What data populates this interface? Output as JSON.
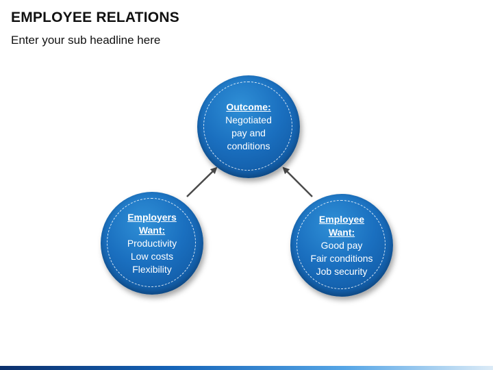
{
  "header": {
    "title": "EMPLOYEE RELATIONS",
    "subtitle": "Enter your sub headline here"
  },
  "circles": {
    "outcome": {
      "heading": "Outcome:",
      "lines": [
        "Negotiated",
        "pay and",
        "conditions"
      ]
    },
    "employers": {
      "heading_lines": [
        "Employers",
        "Want:"
      ],
      "lines": [
        "Productivity",
        "Low costs",
        "Flexibility"
      ]
    },
    "employee": {
      "heading_lines": [
        "Employee",
        "Want:"
      ],
      "lines": [
        "Good pay",
        "Fair conditions",
        "Job security"
      ]
    }
  },
  "colors": {
    "circle_fill": "#1a6fbf",
    "circle_edge": "#0d4f96",
    "arrow": "#4a4a4a",
    "title_text": "#111111"
  }
}
